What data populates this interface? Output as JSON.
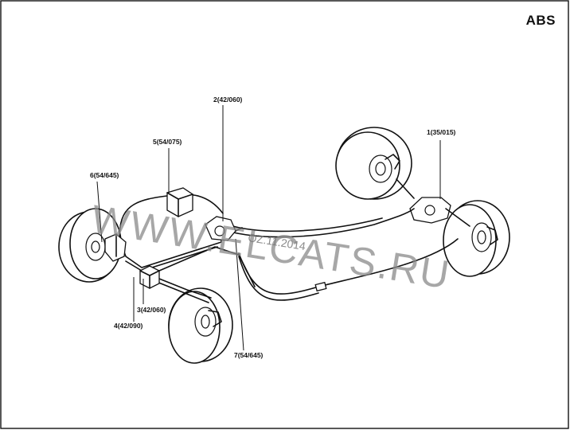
{
  "diagram": {
    "title": "ABS",
    "callouts": [
      {
        "id": "c1",
        "label": "1(35/015)"
      },
      {
        "id": "c2",
        "label": "2(42/060)"
      },
      {
        "id": "c3",
        "label": "3(42/060)"
      },
      {
        "id": "c4",
        "label": "4(42/090)"
      },
      {
        "id": "c5",
        "label": "5(54/075)"
      },
      {
        "id": "c6",
        "label": "6(54/645)"
      },
      {
        "id": "c7",
        "label": "7(54/645)"
      }
    ],
    "watermark": "WWW.ELCATS.RU",
    "stamp": "OZ.11.2014"
  }
}
